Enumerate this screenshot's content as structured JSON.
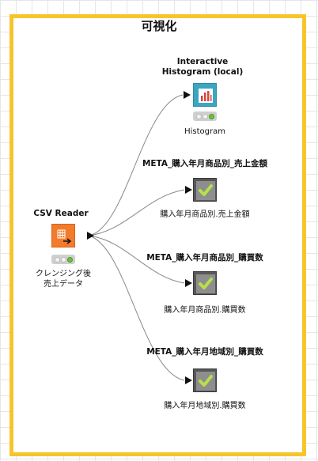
{
  "frame": {
    "title": "可視化",
    "border_color": "#f7c52b"
  },
  "nodes": {
    "csv_reader": {
      "title": "CSV Reader",
      "label_line1": "クレンジング後",
      "label_line2": "売上データ",
      "icon": "table-arrow-icon",
      "color": "#f37b2c",
      "status": [
        "off",
        "off",
        "green"
      ]
    },
    "histogram": {
      "title_line1": "Interactive",
      "title_line2": "Histogram (local)",
      "label": "Histogram",
      "icon": "bar-chart-icon",
      "color": "#3aa6c1",
      "status": [
        "off",
        "off",
        "green"
      ]
    },
    "meta1": {
      "title": "META_購入年月商品別_売上金額",
      "label": "購入年月商品別.売上金額",
      "icon": "checkmark-icon"
    },
    "meta2": {
      "title": "META_購入年月商品別_購買数",
      "label": "購入年月商品別.購買数",
      "icon": "checkmark-icon"
    },
    "meta3": {
      "title": "META_購入年月地域別_購買数",
      "label": "購入年月地域別.購買数",
      "icon": "checkmark-icon"
    }
  }
}
